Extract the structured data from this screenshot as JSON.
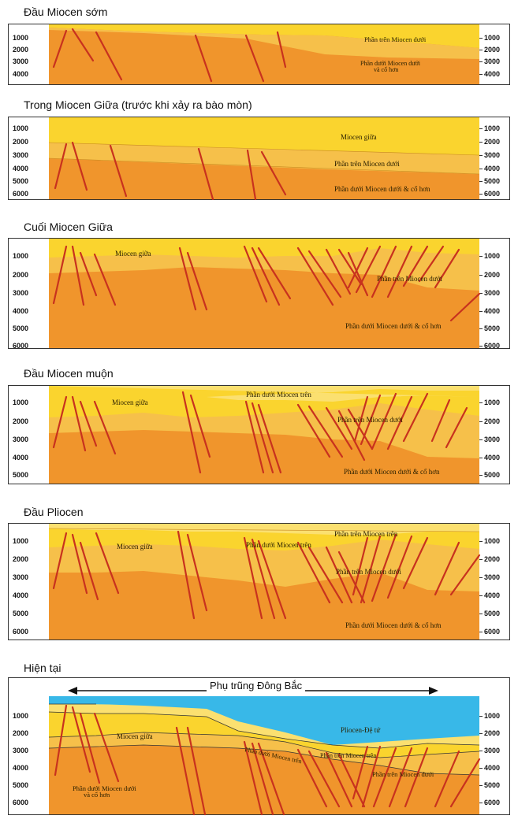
{
  "panels": [
    {
      "title": "Đầu Miocen sớm",
      "depth_left": [
        "1000",
        "2000",
        "3000",
        "4000"
      ],
      "depth_right": [
        "1000",
        "2000",
        "3000",
        "4000"
      ],
      "labels": [
        "Phần trên Miocen dưới",
        "Phần dưới Miocen dưới",
        "và cổ hơn"
      ]
    },
    {
      "title": "Trong Miocen Giữa (trước khi xảy ra bào mòn)",
      "depth_left": [
        "1000",
        "2000",
        "3000",
        "4000",
        "5000",
        "6000"
      ],
      "depth_right": [
        "1000",
        "2000",
        "3000",
        "4000",
        "5000",
        "6000"
      ],
      "labels": [
        "Miocen giữa",
        "Phần trên Miocen dưới",
        "Phần dưới Miocen dưới & cổ hơn"
      ]
    },
    {
      "title": "Cuối Miocen Giữa",
      "depth_left": [
        "1000",
        "2000",
        "3000",
        "4000",
        "5000",
        "6000"
      ],
      "depth_right": [
        "1000",
        "2000",
        "3000",
        "4000",
        "5000",
        "6000"
      ],
      "labels": [
        "Miocen giữa",
        "Phần trên Miocen dưới",
        "Phần dưới Miocen dưới & cổ hơn"
      ]
    },
    {
      "title": "Đầu Miocen muộn",
      "depth_left": [
        "1000",
        "2000",
        "3000",
        "4000",
        "5000"
      ],
      "depth_right": [
        "1000",
        "2000",
        "3000",
        "4000",
        "5000"
      ],
      "labels": [
        "Miocen giữa",
        "Phần dưới Miocen trên",
        "Phần trên Miocen dưới",
        "Phần dưới Miocen dưới & cổ hơn"
      ]
    },
    {
      "title": "Đầu Pliocen",
      "depth_left": [
        "1000",
        "2000",
        "3000",
        "4000",
        "5000",
        "6000"
      ],
      "depth_right": [
        "1000",
        "2000",
        "3000",
        "4000",
        "5000",
        "6000"
      ],
      "labels": [
        "Phần trên Miocen trên",
        "Miocen giữa",
        "Phần dưới Miocen trên",
        "Phần trên Miocen dưới",
        "Phần dưới Miocen dưới & cổ hơn"
      ]
    },
    {
      "title": "Hiện tại",
      "depth_left": [
        "1000",
        "2000",
        "3000",
        "4000",
        "5000",
        "6000"
      ],
      "depth_right": [
        "1000",
        "2000",
        "3000",
        "4000",
        "5000",
        "6000"
      ],
      "labels": [
        "Pliocen-Đệ tứ",
        "Miocen giữa",
        "Phần dưới Miocen trên",
        "Phần trên Miocen trên",
        "Phần trên Miocen dưới",
        "Phần dưới Miocen dưới",
        "và cổ hơn"
      ],
      "arrow_label": "Phụ trũng Đông Bắc"
    }
  ],
  "colors": {
    "lower": "#f0952c",
    "mid": "#f6c04a",
    "upper": "#fad42e",
    "upperMio": "#fbe070",
    "plio": "#38b8e8",
    "fault": "#c8321e"
  }
}
